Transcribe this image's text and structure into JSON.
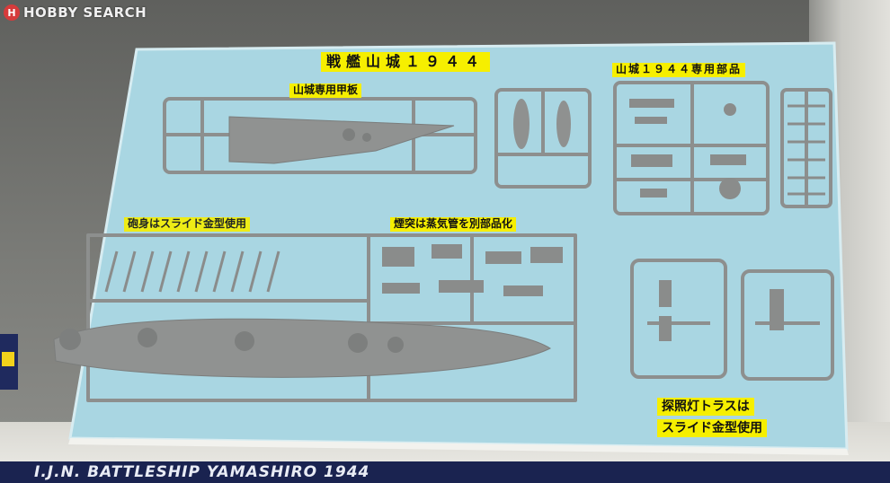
{
  "watermark": {
    "logo_letter": "H",
    "text": "HOBBY SEARCH"
  },
  "labels": {
    "title": "戦艦山城１９４４",
    "deck": "山城専用甲板",
    "exclusive_parts": "山城１９４４専用部品",
    "slide_mold_hull": "砲身はスライド金型使用",
    "funnel": "煙突は蒸気管を別部品化",
    "searchlight_line1": "探照灯トラスは",
    "searchlight_line2": "スライド金型使用"
  },
  "bottom_sign": {
    "text": "I.J.N. BATTLESHIP YAMASHIRO 1944"
  },
  "colors": {
    "board": "#a9d6e2",
    "plastic": "#8d8f8e",
    "label_bg": "#f6ef00",
    "sign": "#1a2350"
  }
}
